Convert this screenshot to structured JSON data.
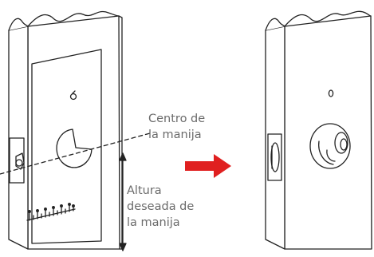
{
  "labels": {
    "handle_center": [
      "Centro de",
      "la manija"
    ],
    "handle_height": [
      "Altura",
      "deseada de",
      "la manija"
    ]
  },
  "colors": {
    "line": "#222222",
    "label_text": "#6b6b6b",
    "arrow": "#e02020"
  },
  "icons": {
    "direction": "right-arrow-icon"
  }
}
